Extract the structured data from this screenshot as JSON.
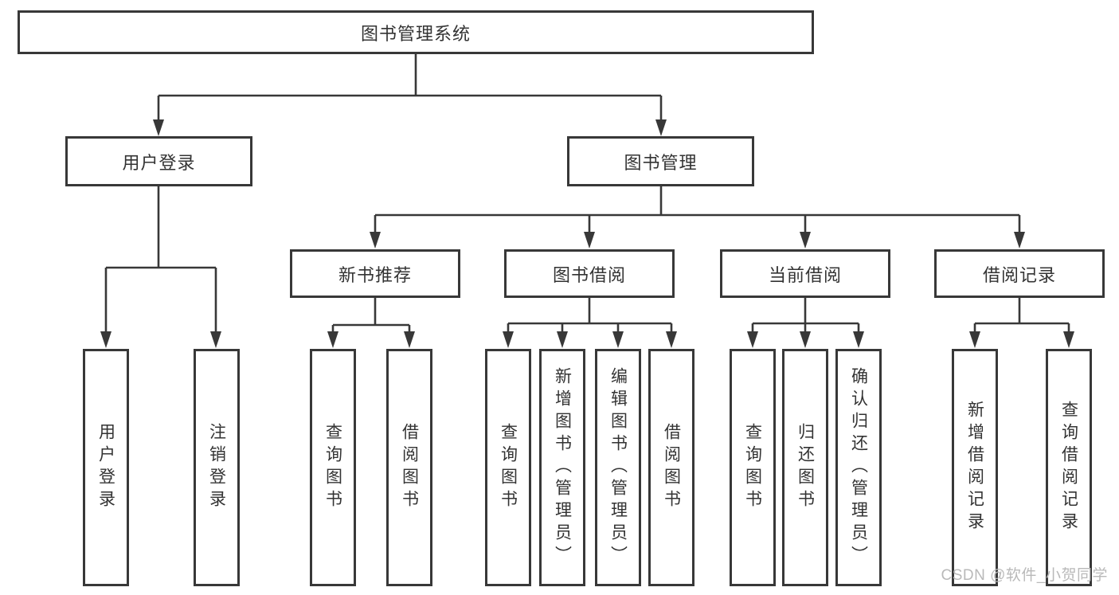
{
  "diagram": {
    "root": {
      "label": "图书管理系统"
    },
    "level2": [
      {
        "label": "用户登录"
      },
      {
        "label": "图书管理"
      }
    ],
    "level3": [
      {
        "label": "新书推荐",
        "parent": "图书管理"
      },
      {
        "label": "图书借阅",
        "parent": "图书管理"
      },
      {
        "label": "当前借阅",
        "parent": "图书管理"
      },
      {
        "label": "借阅记录",
        "parent": "图书管理"
      }
    ],
    "leaves": [
      {
        "label": "用户登录",
        "parent": "用户登录"
      },
      {
        "label": "注销登录",
        "parent": "用户登录"
      },
      {
        "label": "查询图书",
        "parent": "新书推荐"
      },
      {
        "label": "借阅图书",
        "parent": "新书推荐"
      },
      {
        "label": "查询图书",
        "parent": "图书借阅"
      },
      {
        "label": "新增图书（管理员）",
        "parent": "图书借阅"
      },
      {
        "label": "编辑图书（管理员）",
        "parent": "图书借阅"
      },
      {
        "label": "借阅图书",
        "parent": "图书借阅"
      },
      {
        "label": "查询图书",
        "parent": "当前借阅"
      },
      {
        "label": "归还图书",
        "parent": "当前借阅"
      },
      {
        "label": "确认归还（管理员）",
        "parent": "当前借阅"
      },
      {
        "label": "新增借阅记录",
        "parent": "借阅记录"
      },
      {
        "label": "查询借阅记录",
        "parent": "借阅记录"
      }
    ]
  },
  "watermark": "CSDN @软件_小贺同学",
  "colors": {
    "line": "#383838",
    "text": "#333333",
    "watermark": "#b9b9b9",
    "background": "#ffffff"
  }
}
